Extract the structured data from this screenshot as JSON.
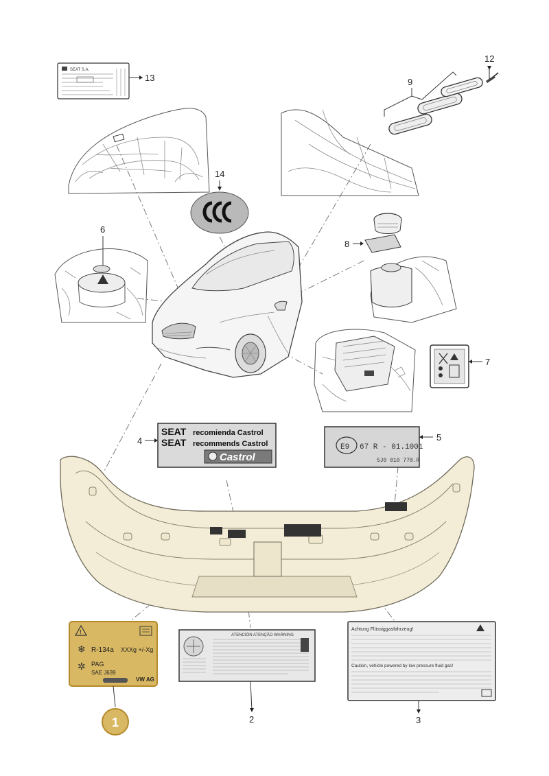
{
  "callouts": {
    "c1": "1",
    "c2": "2",
    "c3": "3",
    "c4": "4",
    "c5": "5",
    "c6": "6",
    "c7": "7",
    "c8": "8",
    "c9": "9",
    "c12": "12",
    "c13": "13",
    "c14": "14"
  },
  "label_13": {
    "line1": "SEAT S.A."
  },
  "label_4": {
    "brand": "SEAT",
    "line1_rest": "recomienda Castrol",
    "line2_rest": "recommends Castrol",
    "logo": "Castrol"
  },
  "label_5": {
    "mark": "E9",
    "code": "67 R - 01.1001",
    "partno": "5J0 010 770.R"
  },
  "label_1": {
    "gas": "R-134a",
    "amount": "XXXg +/-Xg",
    "oil": "PAG",
    "oil_spec": "SAE J639",
    "maker": "VW AG"
  },
  "label_2": {
    "header": "ATENCIÓN  ATENÇÃO  WARNING"
  },
  "label_3": {
    "header": "Achtung Flüssiggasfahrzeug!",
    "caution": "Caution, vehicle powered by low pressure fluid gas!"
  },
  "colors": {
    "accent_gold": "#d9b863",
    "accent_gold_dark": "#b48a2b",
    "bumper_fill": "#f3ecd6"
  }
}
